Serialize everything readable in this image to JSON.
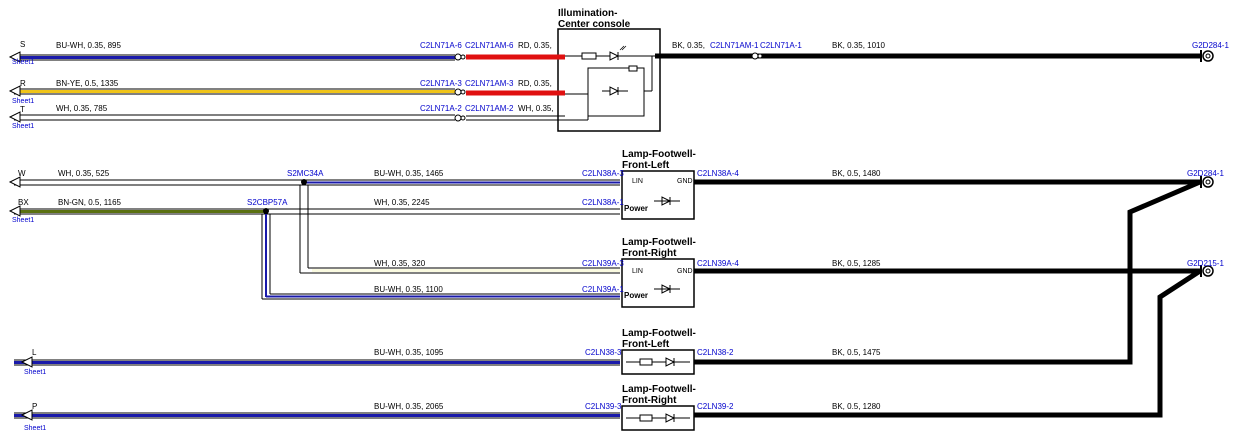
{
  "colors": {
    "blue_white": "#1a1aaa",
    "brown_yellow": "#f0c419",
    "white": "#ffffff",
    "red": "#e01010",
    "black": "#000000",
    "brown_green": "#5a7010",
    "connector_text": "#0000cc"
  },
  "sheet_label": "Sheet1",
  "components": {
    "console": {
      "title1": "Illumination-",
      "title2": "Center console"
    },
    "fw_left_a": {
      "title1": "Lamp-Footwell-",
      "title2": "Front-Left",
      "pin_lin": "LIN",
      "pin_gnd": "GND",
      "pin_power": "Power"
    },
    "fw_right_a": {
      "title1": "Lamp-Footwell-",
      "title2": "Front-Right",
      "pin_lin": "LIN",
      "pin_gnd": "GND",
      "pin_power": "Power"
    },
    "fw_left_b": {
      "title1": "Lamp-Footwell-",
      "title2": "Front-Left"
    },
    "fw_right_b": {
      "title1": "Lamp-Footwell-",
      "title2": "Front-Right"
    }
  },
  "splices": {
    "s1": "S2MC34A",
    "s2": "S2CBP57A"
  },
  "grounds": {
    "g1": "G2D284-1",
    "g2": "G2D284-1",
    "g3": "G2D215-1"
  },
  "wires": {
    "s": {
      "port": "S",
      "label": "BU-WH,  0.35,  895",
      "conn1": "C2LN71A-6",
      "conn2": "C2LN71AM-6",
      "label2": "RD,  0.35,"
    },
    "r": {
      "port": "R",
      "label": "BN-YE,  0.5,  1335",
      "conn1": "C2LN71A-3",
      "conn2": "C2LN71AM-3",
      "label2": "RD,  0.35,"
    },
    "t": {
      "port": "T",
      "label": "WH,  0.35,  785",
      "conn1": "C2LN71A-2",
      "conn2": "C2LN71AM-2",
      "label2": "WH,  0.35,"
    },
    "out1": {
      "conn1": "C2LN71AM-1",
      "conn2": "C2LN71A-1",
      "label1": "BK,  0.35,",
      "label2": "BK,  0.35,  1010"
    },
    "w": {
      "port": "W",
      "label": "WH,  0.35,  525",
      "label2": "BU-WH,  0.35,  1465",
      "conn": "C2LN38A-3"
    },
    "bx": {
      "port": "BX",
      "label": "BN-GN,  0.5,  1165",
      "label2": "WH,  0.35,  2245",
      "conn": "C2LN38A-1"
    },
    "fl_gnd": {
      "conn": "C2LN38A-4",
      "label": "BK,  0.5,  1480"
    },
    "r3": {
      "label": "WH,  0.35,  320",
      "conn": "C2LN39A-3"
    },
    "r4": {
      "label": "BU-WH,  0.35,  1100",
      "conn": "C2LN39A-1"
    },
    "fr_gnd": {
      "conn": "C2LN39A-4",
      "label": "BK,  0.5,  1285"
    },
    "l": {
      "port": "L",
      "label": "BU-WH,  0.35,  1095",
      "conn": "C2LN38-3",
      "conn_out": "C2LN38-2",
      "label_out": "BK,  0.5,  1475"
    },
    "p": {
      "port": "P",
      "label": "BU-WH,  0.35,  2065",
      "conn": "C2LN39-3",
      "conn_out": "C2LN39-2",
      "label_out": "BK,  0.5,  1280"
    }
  }
}
